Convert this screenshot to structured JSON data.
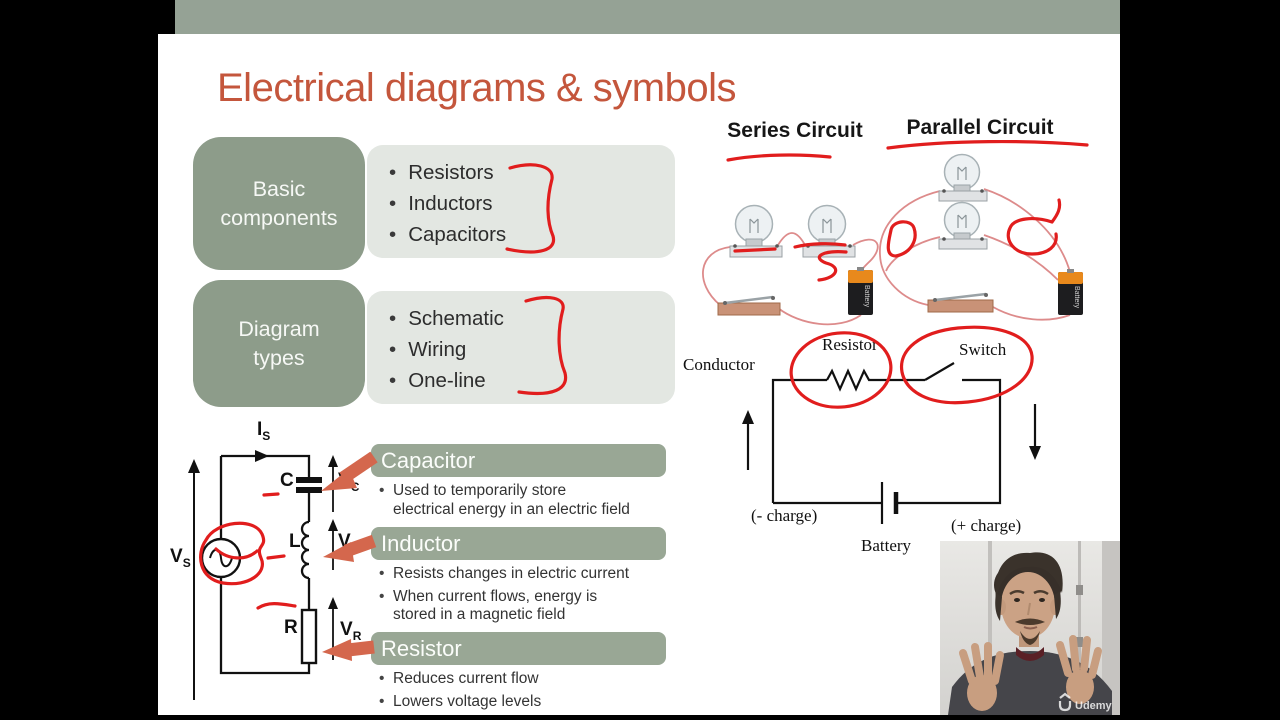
{
  "colors": {
    "title_accent": "#c4563c",
    "sage_green": "#8d9c8a",
    "sage_bar": "#95a295",
    "panel_gray": "#e3e7e2",
    "annotation_red": "#e11d1d",
    "pointer_arrow": "#d4674d"
  },
  "slide": {
    "title": "Electrical diagrams & symbols",
    "left_boxes": [
      {
        "label": "Basic components",
        "items": [
          "Resistors",
          "Inductors",
          "Capacitors"
        ]
      },
      {
        "label": "Diagram types",
        "items": [
          "Schematic",
          "Wiring",
          "One-line"
        ]
      }
    ],
    "circuit_figures": {
      "series_title": "Series Circuit",
      "parallel_title": "Parallel Circuit",
      "battery_label": "Battery"
    },
    "loop_diagram": {
      "conductor": "Conductor",
      "resistor": "Resistor",
      "switch": "Switch",
      "neg_charge": "(- charge)",
      "pos_charge": "(+ charge)",
      "battery": "Battery"
    },
    "rlc": {
      "i_s": {
        "base": "I",
        "sub": "S"
      },
      "v_s": {
        "base": "V",
        "sub": "S"
      },
      "cap": "C",
      "ind": "L",
      "res": "R",
      "v_c": {
        "base": "V",
        "sub": "C"
      },
      "v_l": {
        "base": "V",
        "sub": "L"
      },
      "v_r": {
        "base": "V",
        "sub": "R"
      }
    },
    "sections": [
      {
        "header": "Capacitor",
        "bullets": [
          [
            "Used to temporarily store",
            "electrical energy in an electric field"
          ]
        ]
      },
      {
        "header": "Inductor",
        "bullets": [
          [
            "Resists changes in electric current"
          ],
          [
            "When current flows, energy is",
            "stored in a magnetic field"
          ]
        ]
      },
      {
        "header": "Resistor",
        "bullets": [
          [
            "Reduces current flow"
          ],
          [
            "Lowers voltage levels"
          ]
        ]
      }
    ]
  },
  "webcam": {
    "watermark": "Udemy"
  }
}
